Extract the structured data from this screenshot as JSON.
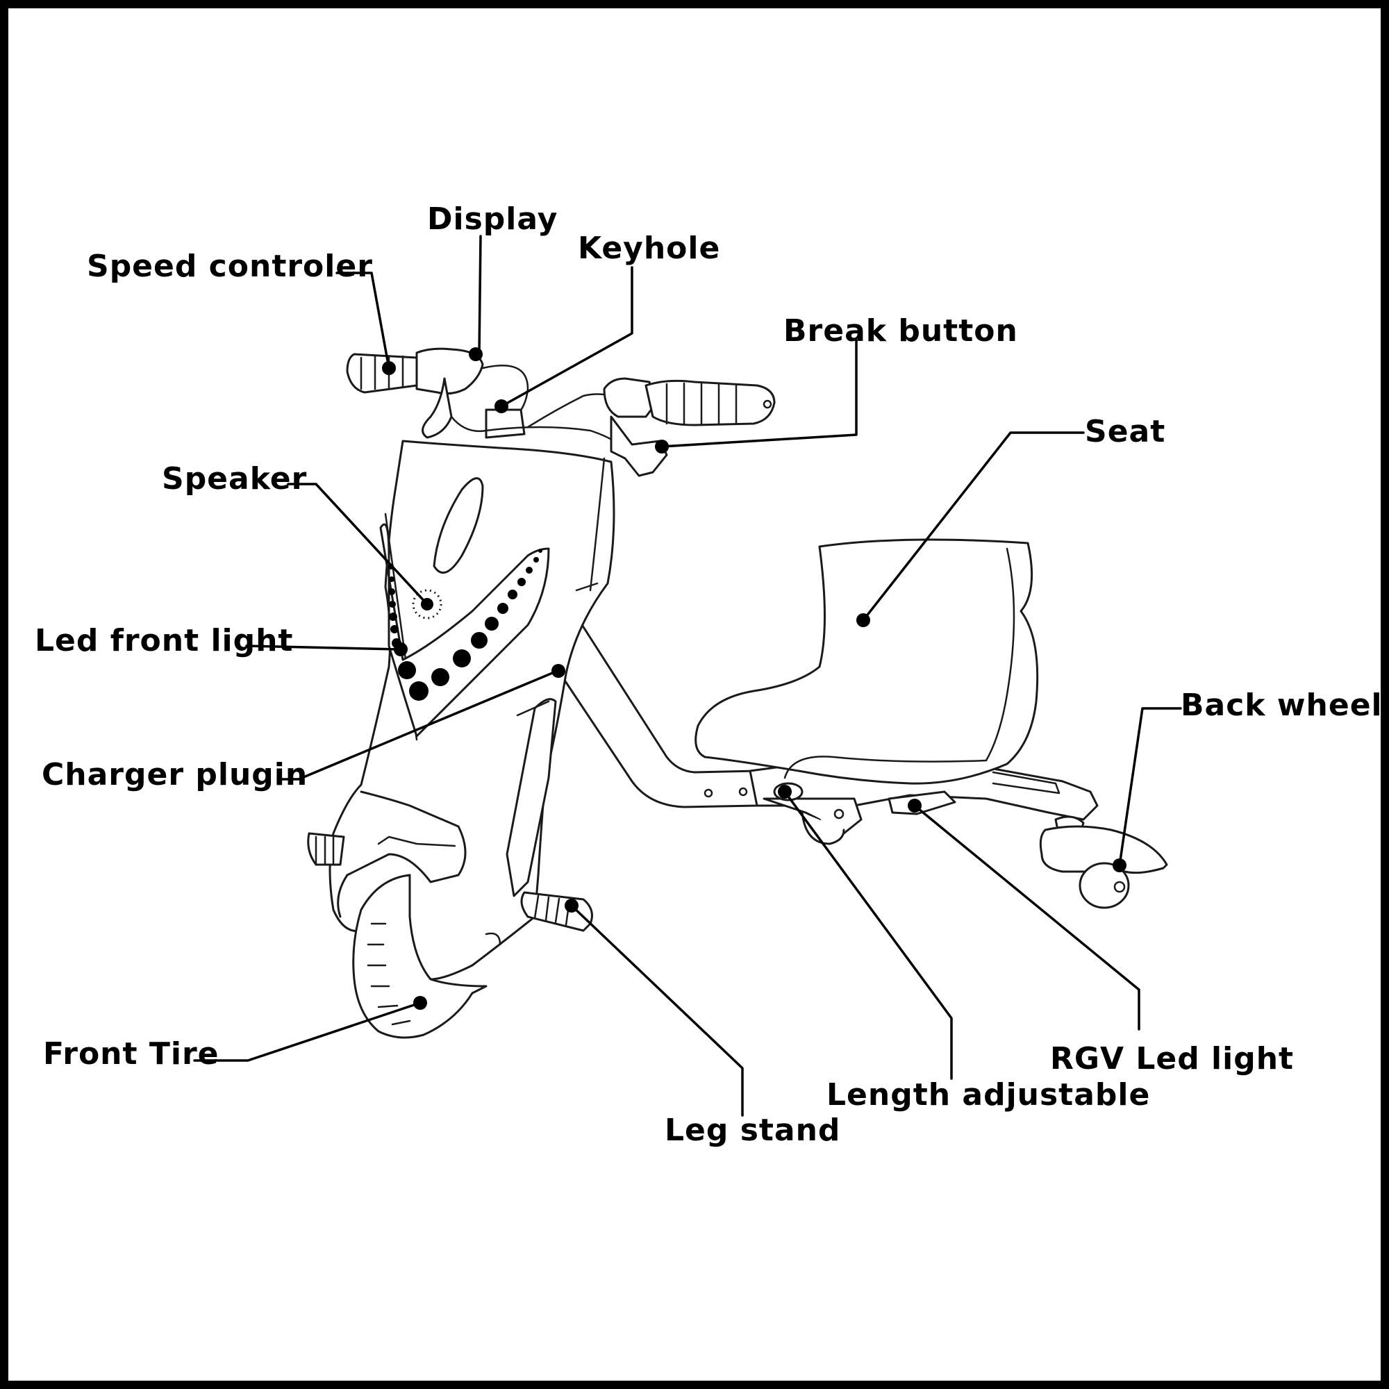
{
  "diagram": {
    "labels": {
      "speed_controler": "Speed controler",
      "display": "Display",
      "keyhole": "Keyhole",
      "break_button": "Break button",
      "seat": "Seat",
      "speaker": "Speaker",
      "led_front_light": "Led front light",
      "charger_plugin": "Charger plugin",
      "back_wheel": "Back wheel",
      "front_tire": "Front Tire",
      "leg_stand": "Leg stand",
      "length_adjustable": "Length adjustable",
      "rgv_led_light": "RGV Led light"
    },
    "colors": {
      "frame": "#000000",
      "background": "#ffffff",
      "ink": "#1a1a1a"
    }
  }
}
